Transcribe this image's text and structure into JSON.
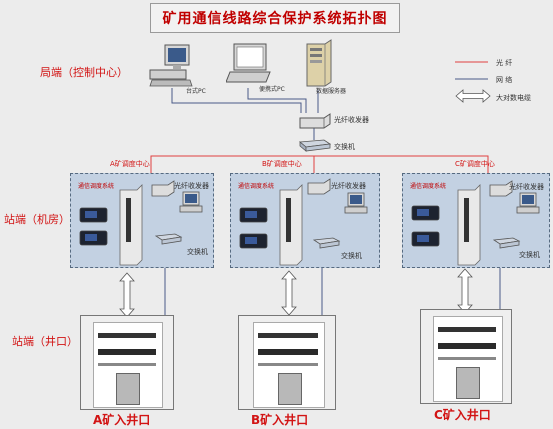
{
  "title": "矿用通信线路综合保护系统拓扑图",
  "legend": {
    "fiber": "光  纤",
    "network": "网  络",
    "cable": "大对数电缆"
  },
  "bureau": {
    "label": "局端（控制中心）",
    "desktop_pc": "台式PC",
    "laptop_pc": "便携式PC",
    "server": "数据服务器",
    "transceiver": "光纤收发器",
    "switch": "交换机"
  },
  "station_row_label": "站端（机房）",
  "well_row_label": "站端（井口）",
  "stations": [
    {
      "center": "A矿调度中心",
      "system": "通信调度系统",
      "transceiver": "光纤收发器",
      "switch": "交换机",
      "well": "A矿入井口"
    },
    {
      "center": "B矿调度中心",
      "system": "通信调度系统",
      "transceiver": "光纤收发器",
      "switch": "交换机",
      "well": "B矿入井口"
    },
    {
      "center": "C矿调度中心",
      "system": "通信调度系统",
      "transceiver": "光纤收发器",
      "switch": "交换机",
      "well": "C矿入井口"
    }
  ],
  "colors": {
    "fiber": "#e04040",
    "network": "#4a5a88",
    "title": "#c00000",
    "station_bg": "#c3d1e2"
  }
}
